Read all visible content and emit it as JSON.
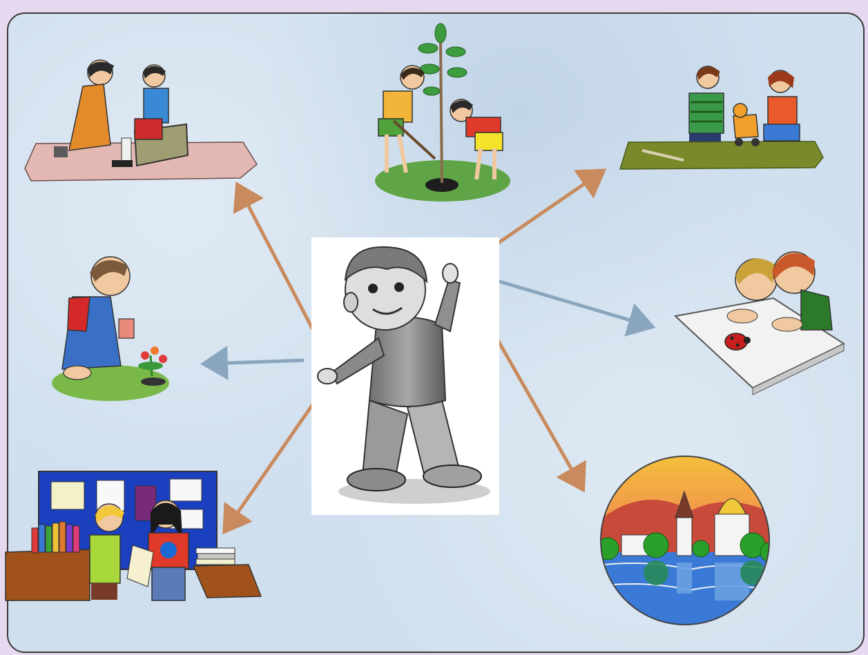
{
  "diagram": {
    "center": {
      "icon": "boy-pointing-grayscale-icon"
    },
    "activities": [
      {
        "id": "sandbox",
        "icon": "children-playing-sandbox-icon",
        "arrow_color": "#c98a5d"
      },
      {
        "id": "tree-planting",
        "icon": "boys-planting-tree-icon",
        "arrow_color": "#c98a5d"
      },
      {
        "id": "toy-repair",
        "icon": "children-repairing-toy-icon",
        "arrow_color": "#c98a5d"
      },
      {
        "id": "flowers",
        "icon": "boy-tending-flowers-icon",
        "arrow_color": "#8aa6bf"
      },
      {
        "id": "ladybug",
        "icon": "children-watching-ladybug-icon",
        "arrow_color": "#8aa6bf"
      },
      {
        "id": "library",
        "icon": "children-in-classroom-library-icon",
        "arrow_color": "#c98a5d"
      },
      {
        "id": "landscape",
        "icon": "town-church-landscape-icon",
        "arrow_color": "#c98a5d"
      }
    ]
  },
  "colors": {
    "page_background": "#e6d8ee",
    "panel_background": "#cfdfee",
    "panel_border": "#3a3a3a",
    "arrow_orange": "#c98a5d",
    "arrow_blue": "#8aa6bf"
  }
}
